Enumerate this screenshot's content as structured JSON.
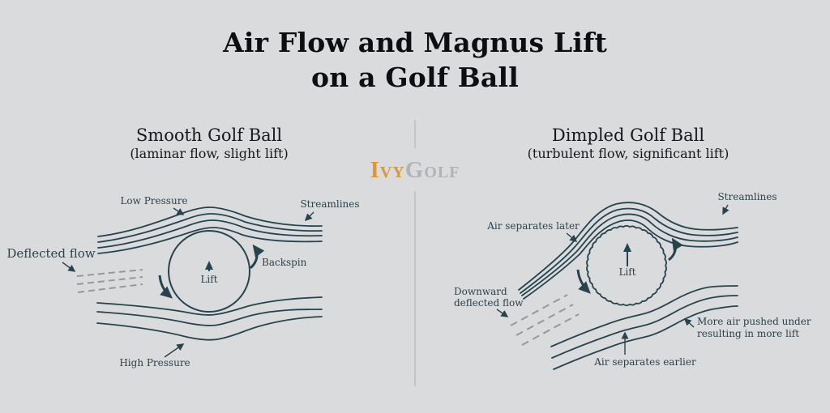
{
  "title": {
    "line1": "Air Flow and Magnus Lift",
    "line2": "on a Golf Ball"
  },
  "logo": {
    "ivy": "Ivy",
    "golf": "Golf"
  },
  "panels": {
    "left": {
      "heading": "Smooth Golf Ball",
      "subheading": "(laminar flow, slight lift)",
      "labels": {
        "low_pressure": "Low Pressure",
        "streamlines": "Streamlines",
        "deflected_flow": "Deflected flow",
        "backspin": "Backspin",
        "lift": "Lift",
        "high_pressure": "High Pressure"
      }
    },
    "right": {
      "heading": "Dimpled Golf Ball",
      "subheading": "(turbulent flow, significant lift)",
      "labels": {
        "streamlines": "Streamlines",
        "air_separates_later": "Air separates later",
        "downward_deflected_flow_line1": "Downward",
        "downward_deflected_flow_line2": "deflected flow",
        "lift": "Lift",
        "more_air_line1": "More air pushed under",
        "more_air_line2": "resulting in more lift",
        "air_separates_earlier": "Air separates earlier"
      }
    }
  },
  "colors": {
    "background": "#dadbdc",
    "diagram_line": "#26434e",
    "label_text": "#2b424d",
    "heading_text": "#17171e",
    "title_text": "#0d0d12",
    "divider": "#a9b0ae",
    "dash": "#95989b",
    "logo_ivy": "#d6993c",
    "logo_golf": "#b2b3b7"
  }
}
